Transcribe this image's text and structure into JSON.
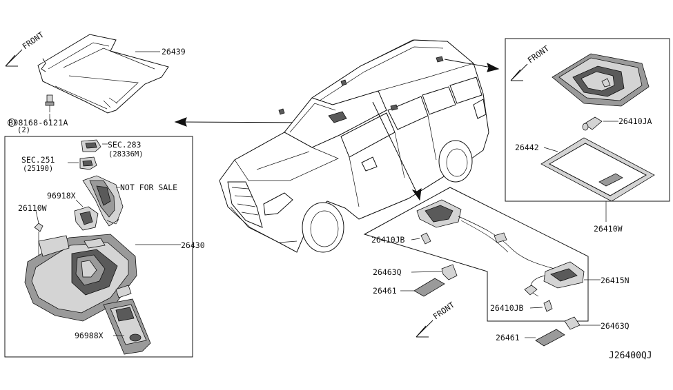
{
  "diagram_id": "J26400QJ",
  "front_labels": [
    "FRONT",
    "FRONT",
    "FRONT"
  ],
  "parts": {
    "p26439": "26439",
    "bolt": "B08168-6121A",
    "bolt_qty": "(2)",
    "sec283": "SEC.283",
    "sec283_ref": "(28336M)",
    "sec251": "SEC.251",
    "sec251_ref": "(25190)",
    "p96918x": "96918X",
    "not_for_sale": "NOT FOR SALE",
    "p26110w": "26110W",
    "p26430": "26430",
    "p96988x": "96988X",
    "p26410ja": "26410JA",
    "p26442": "26442",
    "p26410w": "26410W",
    "p26410jb_a": "26410JB",
    "p26410jb_b": "26410JB",
    "p26463q_a": "26463Q",
    "p26463q_b": "26463Q",
    "p26461_a": "26461",
    "p26461_b": "26461",
    "p26415n": "26415N"
  }
}
